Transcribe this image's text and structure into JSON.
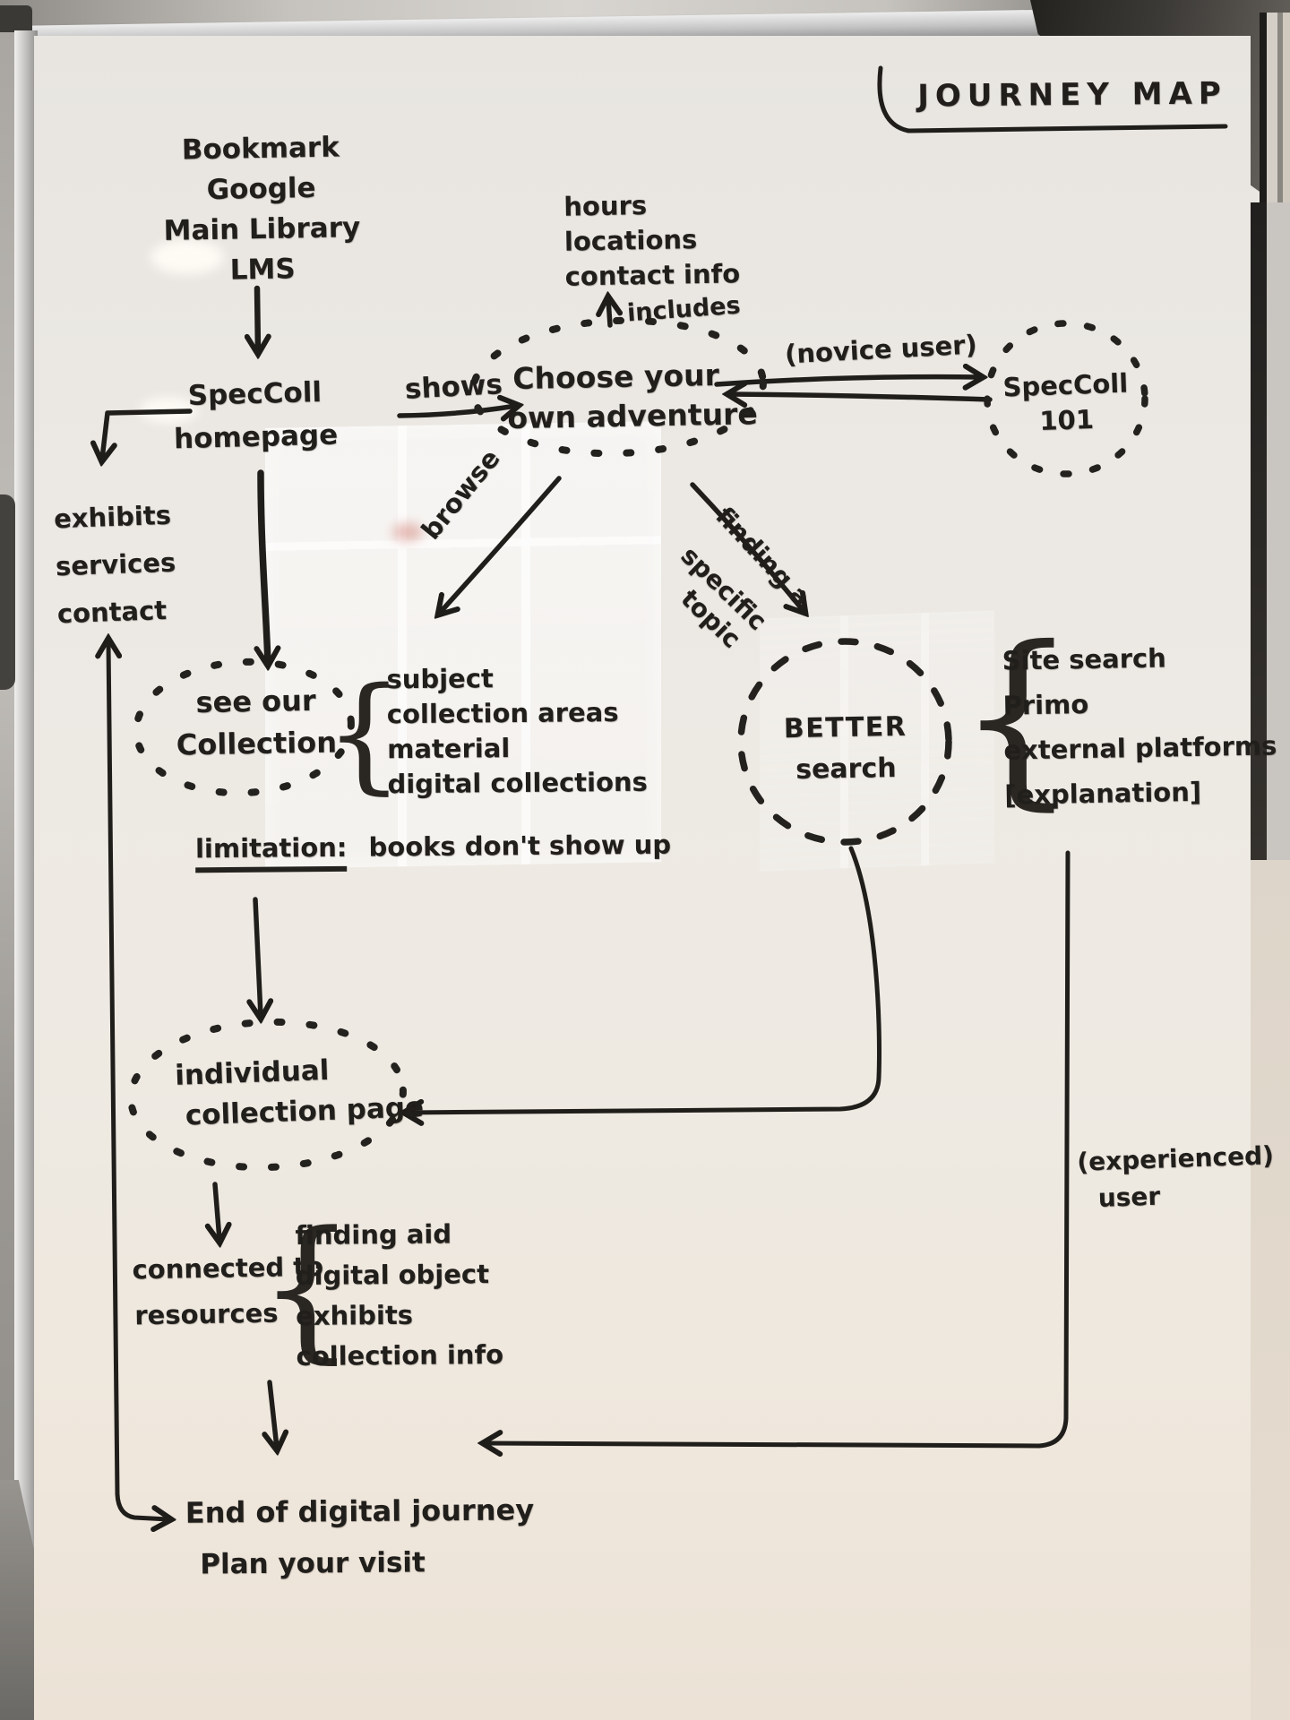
{
  "title": "JOURNEY MAP",
  "glyphs": {
    "brace": "{"
  },
  "colors": {
    "marker": "#1f1d1a",
    "board": "#eae6e0",
    "frame": "#b9b9b9"
  },
  "nodes": {
    "entry_points": {
      "lines": [
        "Bookmark",
        "Google",
        "Main Library",
        "LMS"
      ]
    },
    "speccoll_homepage": {
      "lines": [
        "SpecColl",
        "homepage"
      ]
    },
    "homepage_sections": {
      "lines": [
        "exhibits",
        "services",
        "contact"
      ]
    },
    "adventure_info": {
      "lines": [
        "hours",
        "locations",
        "contact info"
      ],
      "arrow_label": "includes"
    },
    "shows_label": "shows",
    "choose_adventure": {
      "lines": [
        "Choose your",
        "own adventure"
      ]
    },
    "novice_label": "(novice user)",
    "speccoll_101": {
      "lines": [
        "SpecColl",
        "101"
      ]
    },
    "browse_label": "browse",
    "finding_label": {
      "lines": [
        "finding a",
        "specific",
        "topic"
      ]
    },
    "see_collection": {
      "lines": [
        "see our",
        "Collection"
      ]
    },
    "collection_facets": {
      "lines": [
        "subject",
        "collection areas",
        "material",
        "digital collections"
      ]
    },
    "limitation": {
      "label": "limitation:",
      "text": "books don't show up"
    },
    "better_search": {
      "lines": [
        "BETTER",
        "search"
      ]
    },
    "search_options": {
      "lines": [
        "Site search",
        "Primo",
        "external platforms",
        "[explanation]"
      ]
    },
    "individual_page": {
      "lines": [
        "individual",
        "collection page"
      ]
    },
    "experienced_label": {
      "lines": [
        "(experienced)",
        "user"
      ]
    },
    "connected_resources": {
      "lines": [
        "connected to",
        "resources"
      ]
    },
    "resource_links": {
      "lines": [
        "finding aid",
        "digital object",
        "exhibits",
        "collection info"
      ]
    },
    "end_journey": {
      "lines": [
        "End of digital journey",
        "Plan your visit"
      ]
    }
  }
}
